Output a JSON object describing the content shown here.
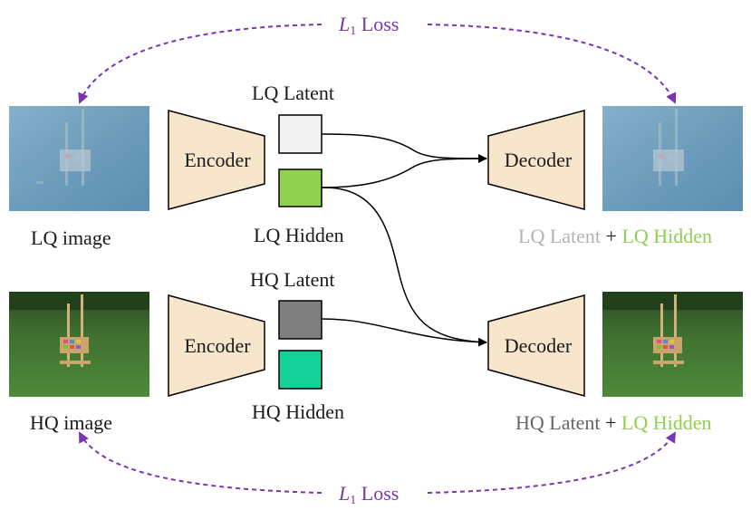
{
  "loss_top": {
    "symbol": "L",
    "sub": "1",
    "word": "Loss"
  },
  "loss_bottom": {
    "symbol": "L",
    "sub": "1",
    "word": "Loss"
  },
  "lq_image_label": "LQ image",
  "hq_image_label": "HQ image",
  "encoder_label": "Encoder",
  "decoder_label": "Decoder",
  "lq_latent_label": "LQ Latent",
  "lq_hidden_label": "LQ Hidden",
  "hq_latent_label": "HQ Latent",
  "hq_hidden_label": "HQ Hidden",
  "out_top": {
    "part1": "LQ Latent",
    "plus": "+",
    "part2": "LQ Hidden"
  },
  "out_bottom": {
    "part1": "HQ Latent",
    "plus": "+",
    "part2": "LQ Hidden"
  },
  "colors": {
    "loss_purple": "#7a35b0",
    "block_fill": "#f8e6cc",
    "lq_latent": "#f2f2f2",
    "lq_hidden": "#92d050",
    "hq_latent": "#7f7f7f",
    "hq_hidden": "#13d198",
    "lq_image_blue": "#6e9dbb",
    "hq_image_green": "#3b6b2b"
  }
}
